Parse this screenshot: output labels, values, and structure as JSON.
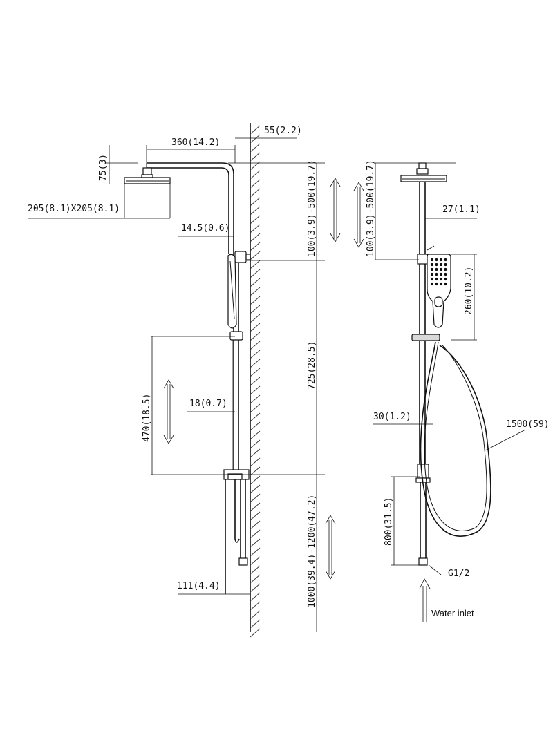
{
  "left_view": {
    "arm_length": "360(14.2)",
    "wall_offset": "55(2.2)",
    "head_height": "75(3)",
    "head_size": "205(8.1)X205(8.1)",
    "riser_offset": "14.5(0.6)",
    "head_height_range": "100(3.9)-500(19.7)",
    "column_length": "725(28.5)",
    "slide_range": "470(18.5)",
    "rail_offset": "18(0.7)",
    "mount_height_range": "1000(39.4)-1200(47.2)",
    "diverter_projection": "111(4.4)"
  },
  "right_view": {
    "head_height_range": "100(3.9)-500(19.7)",
    "pipe_diameter": "27(1.1)",
    "handset_length": "260(10.2)",
    "rail_diameter": "30(1.2)",
    "hose_length": "1500(59)",
    "inlet_height": "800(31.5)",
    "inlet_thread": "G1/2",
    "inlet_label": "Water inlet"
  }
}
